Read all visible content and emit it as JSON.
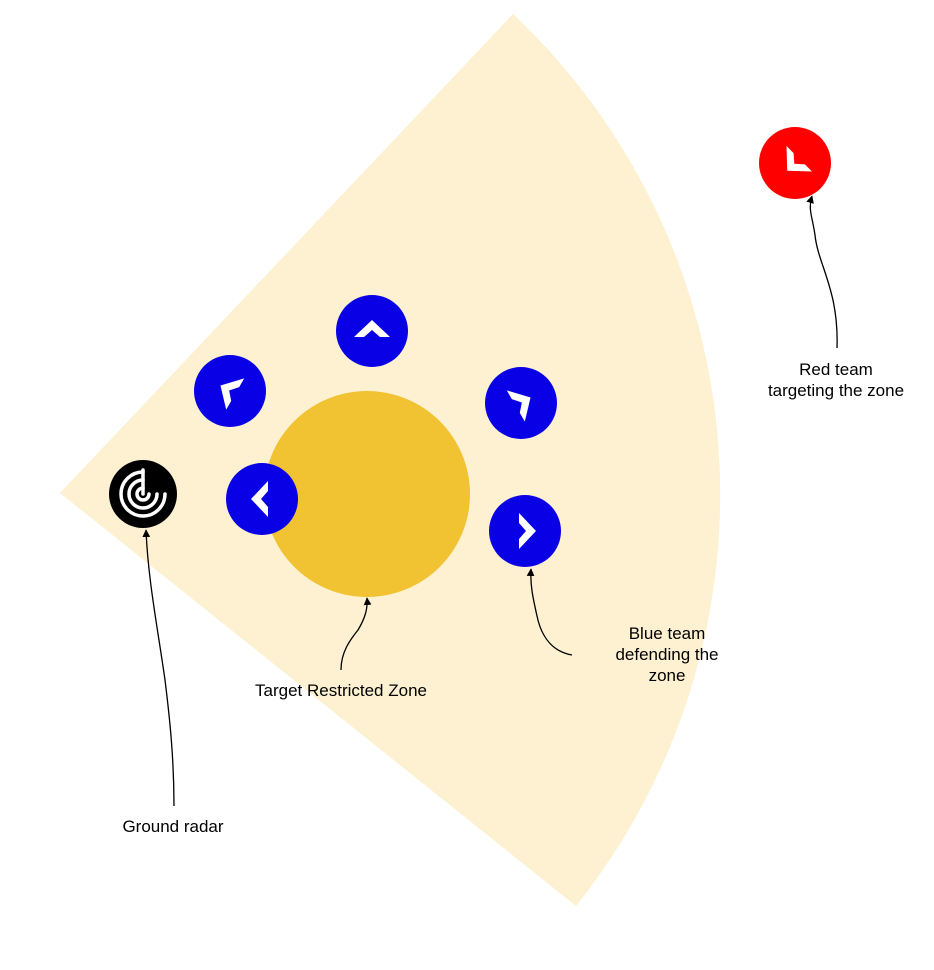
{
  "colors": {
    "coverage": "#FDF1D1",
    "zone": "#F1C232",
    "blue_team": "#0A00E6",
    "red_team": "#FF0000",
    "radar": "#000000",
    "aircraft": "#FFFFFF",
    "arrow": "#000000"
  },
  "labels": {
    "red_team": {
      "line1": "Red team",
      "line2": "targeting the zone"
    },
    "blue_team": {
      "line1": "Blue team",
      "line2": "defending the",
      "line3": "zone"
    },
    "zone": "Target Restricted Zone",
    "radar": "Ground radar"
  },
  "icons": {
    "radar": "ground-radar-icon",
    "blue": "blue-aircraft-icon",
    "red": "red-aircraft-icon"
  }
}
